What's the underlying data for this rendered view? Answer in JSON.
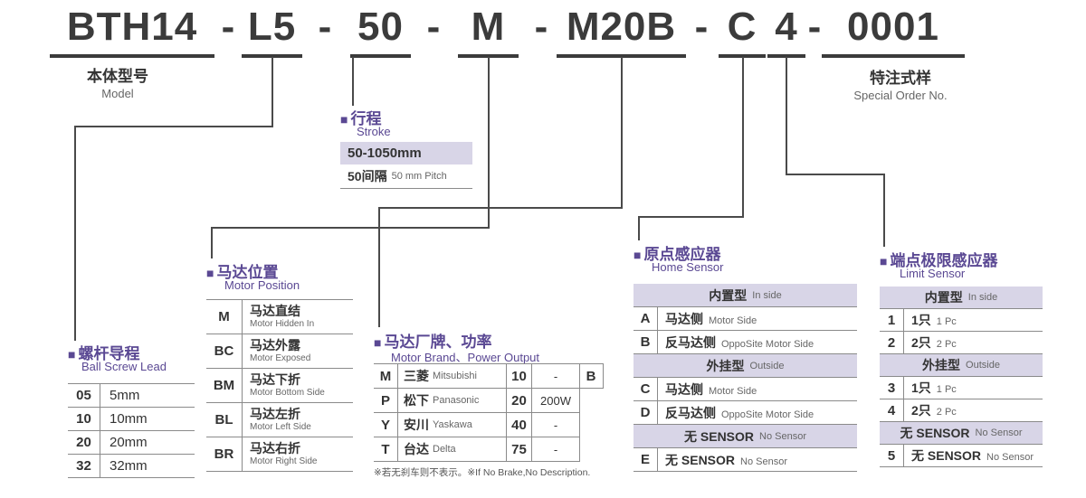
{
  "ui": {
    "marker": "■",
    "separator": "-"
  },
  "colors": {
    "accent_purple": "#5a4893",
    "header_bg": "#d8d5e7",
    "text_dark": "#3b3b3b",
    "line": "#4a4a4a"
  },
  "model_code": {
    "segments": [
      "BTH14",
      "L5",
      "50",
      "M",
      "M20B",
      "C",
      "4",
      "0001"
    ]
  },
  "model_label": {
    "zh": "本体型号",
    "en": "Model"
  },
  "special_order": {
    "zh": "特注式样",
    "en": "Special Order No."
  },
  "stroke": {
    "title_zh": "行程",
    "title_en": "Stroke",
    "range": "50-1050mm",
    "pitch_zh": "50间隔",
    "pitch_en": "50 mm Pitch"
  },
  "ball_screw": {
    "title_zh": "螺杆导程",
    "title_en": "Ball Screw Lead",
    "rows": [
      {
        "code": "05",
        "value": "5mm"
      },
      {
        "code": "10",
        "value": "10mm"
      },
      {
        "code": "20",
        "value": "20mm"
      },
      {
        "code": "32",
        "value": "32mm"
      }
    ]
  },
  "motor_position": {
    "title_zh": "马达位置",
    "title_en": "Motor Position",
    "rows": [
      {
        "code": "M",
        "zh": "马达直结",
        "en": "Motor Hidden In"
      },
      {
        "code": "BC",
        "zh": "马达外露",
        "en": "Motor Exposed"
      },
      {
        "code": "BM",
        "zh": "马达下折",
        "en": "Motor Bottom Side"
      },
      {
        "code": "BL",
        "zh": "马达左折",
        "en": "Motor Left Side"
      },
      {
        "code": "BR",
        "zh": "马达右折",
        "en": "Motor Right Side"
      }
    ]
  },
  "motor_brand": {
    "title_zh": "马达厂牌、功率",
    "title_en": "Motor Brand、Power Output",
    "rows": [
      {
        "code": "M",
        "brand_zh": "三菱",
        "brand_en": "Mitsubishi",
        "power_code": "10",
        "power": "-",
        "extra": "B"
      },
      {
        "code": "P",
        "brand_zh": "松下",
        "brand_en": "Panasonic",
        "power_code": "20",
        "power": "200W",
        "extra": ""
      },
      {
        "code": "Y",
        "brand_zh": "安川",
        "brand_en": "Yaskawa",
        "power_code": "40",
        "power": "-",
        "extra": ""
      },
      {
        "code": "T",
        "brand_zh": "台达",
        "brand_en": "Delta",
        "power_code": "75",
        "power": "-",
        "extra": ""
      }
    ],
    "note_zh": "※若无刹车则不表示。",
    "note_en": "※If No Brake,No Description."
  },
  "home_sensor": {
    "title_zh": "原点感应器",
    "title_en": "Home Sensor",
    "rows": [
      {
        "type": "header",
        "zh": "内置型",
        "en": "In side"
      },
      {
        "type": "data",
        "code": "A",
        "zh": "马达侧",
        "en": "Motor Side"
      },
      {
        "type": "data",
        "code": "B",
        "zh": "反马达侧",
        "en": "OppoSite Motor Side"
      },
      {
        "type": "header",
        "zh": "外挂型",
        "en": "Outside"
      },
      {
        "type": "data",
        "code": "C",
        "zh": "马达侧",
        "en": "Motor Side"
      },
      {
        "type": "data",
        "code": "D",
        "zh": "反马达侧",
        "en": "OppoSite Motor Side"
      },
      {
        "type": "header",
        "zh": "无 SENSOR",
        "en": "No Sensor"
      },
      {
        "type": "data",
        "code": "E",
        "zh": "无 SENSOR",
        "en": "No Sensor"
      }
    ]
  },
  "limit_sensor": {
    "title_zh": "端点极限感应器",
    "title_en": "Limit Sensor",
    "rows": [
      {
        "type": "header",
        "zh": "内置型",
        "en": "In side"
      },
      {
        "type": "data",
        "code": "1",
        "zh": "1只",
        "en": "1 Pc"
      },
      {
        "type": "data",
        "code": "2",
        "zh": "2只",
        "en": "2 Pc"
      },
      {
        "type": "header",
        "zh": "外挂型",
        "en": "Outside"
      },
      {
        "type": "data",
        "code": "3",
        "zh": "1只",
        "en": "1 Pc"
      },
      {
        "type": "data",
        "code": "4",
        "zh": "2只",
        "en": "2 Pc"
      },
      {
        "type": "header",
        "zh": "无 SENSOR",
        "en": "No Sensor"
      },
      {
        "type": "data",
        "code": "5",
        "zh": "无 SENSOR",
        "en": "No Sensor"
      }
    ]
  }
}
